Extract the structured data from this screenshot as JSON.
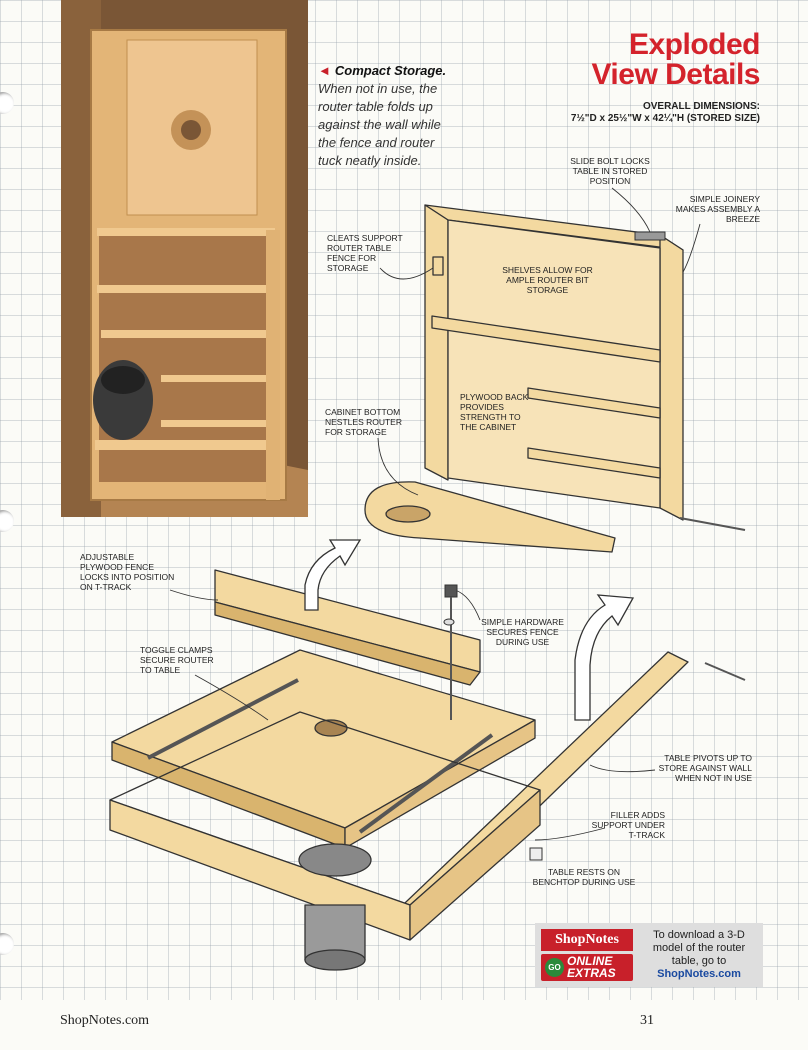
{
  "caption": {
    "title": "Compact Storage.",
    "text": "When not in use, the router table folds up against the wall while the fence and router tuck neatly inside."
  },
  "title": {
    "line1": "Exploded",
    "line2": "View Details"
  },
  "dimensions": {
    "label": "OVERALL DIMENSIONS:",
    "value": "7½\"D x 25½\"W x 42¼\"H (STORED SIZE)"
  },
  "callouts": {
    "slide_bolt": "SLIDE BOLT LOCKS TABLE IN STORED POSITION",
    "joinery": "SIMPLE JOINERY MAKES ASSEMBLY A BREEZE",
    "cleats": "CLEATS SUPPORT ROUTER TABLE FENCE FOR STORAGE",
    "shelves": "SHELVES ALLOW FOR AMPLE ROUTER BIT STORAGE",
    "plywood_back": "PLYWOOD BACK PROVIDES STRENGTH TO THE CABINET",
    "cabinet_bottom": "CABINET BOTTOM NESTLES ROUTER FOR STORAGE",
    "fence": "ADJUSTABLE PLYWOOD FENCE LOCKS INTO POSITION ON T-TRACK",
    "hardware": "SIMPLE HARDWARE SECURES FENCE DURING USE",
    "toggle": "TOGGLE CLAMPS SECURE ROUTER TO TABLE",
    "pivot": "TABLE PIVOTS UP TO STORE AGAINST WALL WHEN NOT IN USE",
    "filler": "FILLER ADDS SUPPORT UNDER T-TRACK",
    "rests": "TABLE RESTS ON BENCHTOP DURING USE"
  },
  "promo": {
    "logo": "ShopNotes",
    "go": "GO",
    "online": "ONLINE",
    "extras": "EXTRAS",
    "text": "To download a 3-D model of the router table, go to",
    "link": "ShopNotes.com"
  },
  "footer": {
    "site": "ShopNotes.com",
    "page": "31"
  },
  "colors": {
    "accent": "#d4232c",
    "wood": "#f3d9a0",
    "wood_dark": "#d9b46e"
  }
}
